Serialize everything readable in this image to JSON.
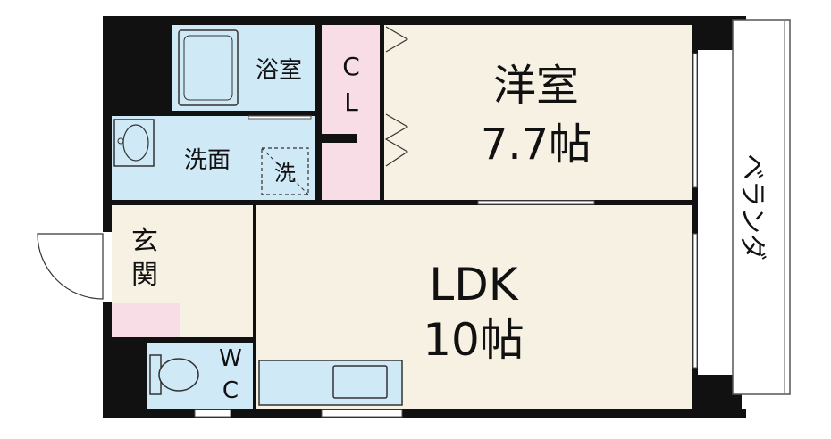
{
  "rooms": {
    "western_room": {
      "name": "洋室",
      "size": "7.7帖"
    },
    "ldk": {
      "name": "LDK",
      "size": "10帖"
    },
    "bath": {
      "name": "浴室"
    },
    "washroom": {
      "name": "洗面"
    },
    "washer": {
      "name": "洗"
    },
    "closet": {
      "line1": "C",
      "line2": "L"
    },
    "entrance": {
      "line1": "玄",
      "line2": "関"
    },
    "toilet": {
      "line1": "W",
      "line2": "C"
    },
    "balcony": {
      "name": "ベランダ"
    }
  },
  "colors": {
    "wall": "#111111",
    "tatami_room": "#f7f1e3",
    "wet_area": "#cfe9f7",
    "closet": "#f9dde6",
    "entrance_tile": "#f9dde6",
    "balcony": "#ffffff"
  }
}
